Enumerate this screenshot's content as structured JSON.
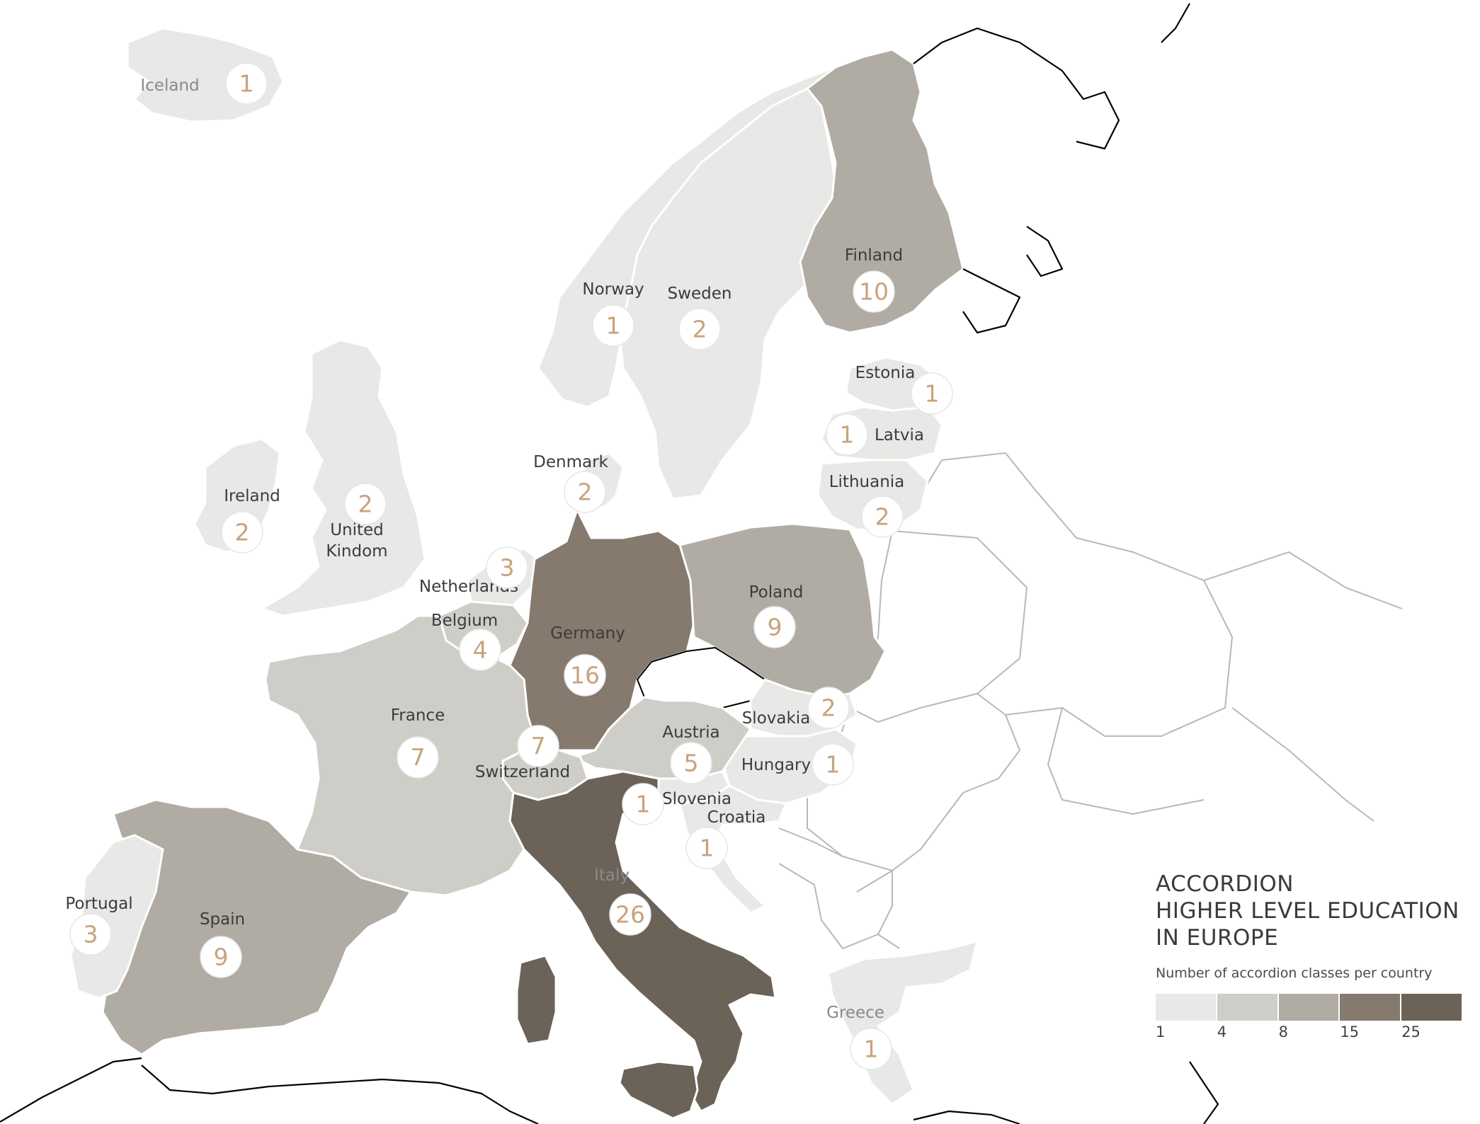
{
  "legend": {
    "title_lines": [
      "ACCORDION",
      "HIGHER LEVEL EDUCATION",
      "IN EUROPE"
    ],
    "subtitle": "Number of accordion classes per country",
    "bins": [
      {
        "color": "#e8e8e6"
      },
      {
        "color": "#cfcdc8"
      },
      {
        "color": "#b0aba3"
      },
      {
        "color": "#86796d"
      },
      {
        "color": "#6b6258"
      }
    ],
    "ticks": [
      "1",
      "4",
      "8",
      "15",
      "25"
    ]
  },
  "countries": [
    {
      "name": "Iceland",
      "label": "Iceland",
      "value": 1
    },
    {
      "name": "Norway",
      "label": "Norway",
      "value": 1
    },
    {
      "name": "Sweden",
      "label": "Sweden",
      "value": 2
    },
    {
      "name": "Finland",
      "label": "Finland",
      "value": 10
    },
    {
      "name": "Estonia",
      "label": "Estonia",
      "value": 1
    },
    {
      "name": "Latvia",
      "label": "Latvia",
      "value": 1
    },
    {
      "name": "Lithuania",
      "label": "Lithuania",
      "value": 2
    },
    {
      "name": "Denmark",
      "label": "Denmark",
      "value": 2
    },
    {
      "name": "Ireland",
      "label": "Ireland",
      "value": 2
    },
    {
      "name": "United Kingdom",
      "label_lines": [
        "United",
        "Kindom"
      ],
      "value": 2
    },
    {
      "name": "Netherlands",
      "label": "Netherlands",
      "value": 3
    },
    {
      "name": "Belgium",
      "label": "Belgium",
      "value": 4
    },
    {
      "name": "Germany",
      "label": "Germany",
      "value": 16
    },
    {
      "name": "Poland",
      "label": "Poland",
      "value": 9
    },
    {
      "name": "France",
      "label": "France",
      "value": 7
    },
    {
      "name": "Switzerland",
      "label": "Switzerland",
      "value": 7
    },
    {
      "name": "Austria",
      "label": "Austria",
      "value": 5
    },
    {
      "name": "Slovakia",
      "label": "Slovakia",
      "value": 2
    },
    {
      "name": "Hungary",
      "label": "Hungary",
      "value": 1
    },
    {
      "name": "Slovenia",
      "label": "Slovenia",
      "value": 1
    },
    {
      "name": "Croatia",
      "label": "Croatia",
      "value": 1
    },
    {
      "name": "Italy",
      "label": "Italy",
      "value": 26
    },
    {
      "name": "Portugal",
      "label": "Portugal",
      "value": 3
    },
    {
      "name": "Spain",
      "label": "Spain",
      "value": 9
    },
    {
      "name": "Greece",
      "label": "Greece",
      "value": 1
    }
  ]
}
